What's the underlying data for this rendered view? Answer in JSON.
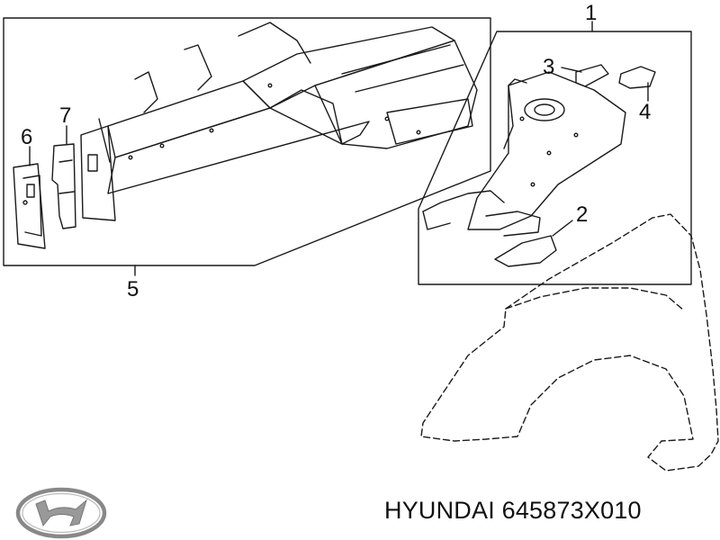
{
  "diagram": {
    "callouts": [
      "1",
      "2",
      "3",
      "4",
      "5",
      "6",
      "7"
    ],
    "part_caption": "HYUNDAI 645873X010",
    "brand_logo_icon": "hyundai-logo-icon",
    "line_color": "#1a1a1a"
  }
}
